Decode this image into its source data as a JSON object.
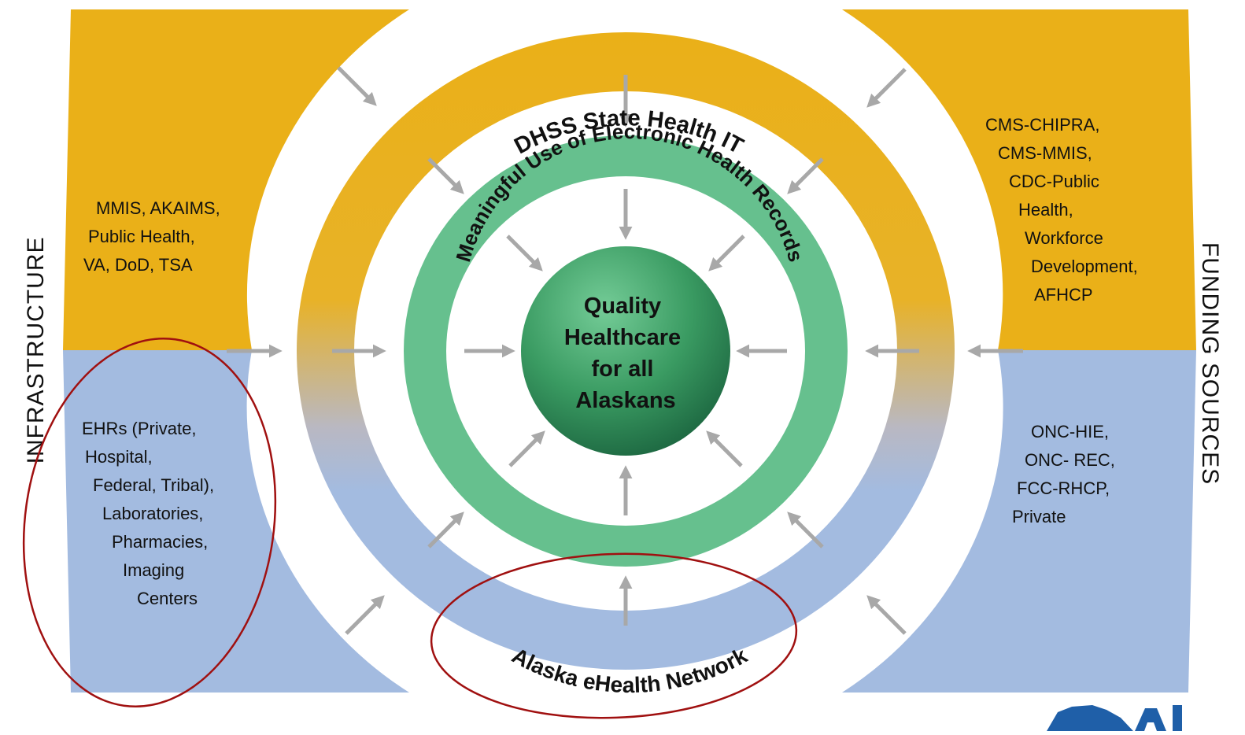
{
  "colors": {
    "gold": "#EAB018",
    "blue": "#A3BBE0",
    "green": "#66C08E",
    "sphere_dark": "#1E6B43",
    "sphere_light": "#6FC792",
    "arrow": "#A8A8A8",
    "highlight": "#A01010"
  },
  "side_labels": {
    "left": "INFRASTRUCTURE",
    "right": "FUNDING SOURCES"
  },
  "rings": {
    "outer_top": "DHSS State Health IT",
    "outer_bottom": "Alaska eHealth Network",
    "inner": "Meaningful Use of Electronic Health Records"
  },
  "center": {
    "lines": [
      "Quality",
      "Healthcare",
      "for all",
      "Alaskans"
    ]
  },
  "left_panel": {
    "top_lines": [
      "MMIS, AKAIMS,",
      "Public Health,",
      "VA, DoD, TSA"
    ],
    "bottom_lines": [
      "EHRs (Private,",
      "Hospital,",
      "Federal, Tribal),",
      "Laboratories,",
      "Pharmacies,",
      "Imaging",
      "Centers"
    ]
  },
  "right_panel": {
    "top_lines": [
      "CMS-CHIPRA,",
      "CMS-MMIS,",
      "CDC-Public",
      "Health,",
      "Workforce",
      "Development,",
      "AFHCP"
    ],
    "bottom_lines": [
      "ONC-HIE,",
      "ONC- REC,",
      "FCC-RHCP,",
      "Private"
    ]
  }
}
